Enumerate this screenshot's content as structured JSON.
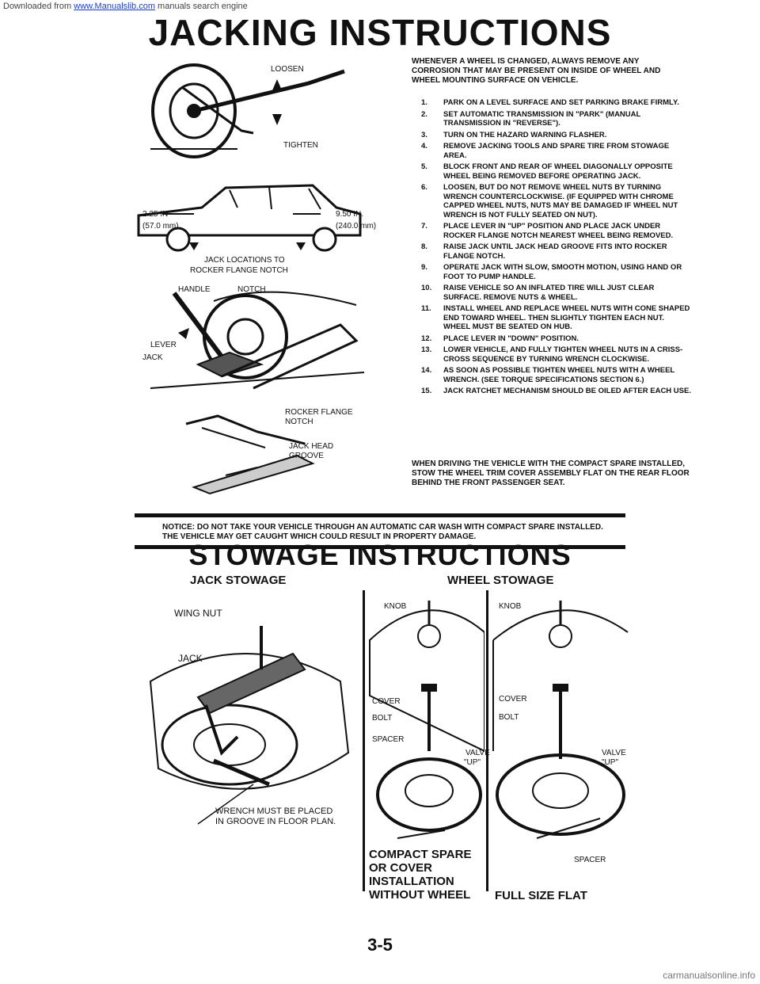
{
  "banner": {
    "prefix": "Downloaded from",
    "link": "www.Manualslib.com",
    "suffix": "manuals search engine"
  },
  "title": "JACKING INSTRUCTIONS",
  "figure_labels": {
    "loosen": "LOOSEN",
    "tighten": "TIGHTEN",
    "front_in": "2.25 IN",
    "front_mm": "(57.0 mm)",
    "rear_in": "9.50 IN.",
    "rear_mm": "(240.0 mm)",
    "jack_locations": "JACK LOCATIONS TO",
    "rocker_notch": "ROCKER FLANGE NOTCH",
    "handle": "HANDLE",
    "notch": "NOTCH",
    "lever": "LEVER",
    "jack": "JACK",
    "rocker_flange": "ROCKER FLANGE",
    "rocker_flange_notch": "NOTCH",
    "jack_head": "JACK HEAD",
    "groove": "GROOVE"
  },
  "intro": "WHENEVER A WHEEL IS CHANGED, ALWAYS REMOVE ANY CORROSION THAT MAY BE PRESENT ON INSIDE OF WHEEL AND WHEEL MOUNTING SURFACE ON VEHICLE.",
  "steps": [
    {
      "n": "1.",
      "text": "PARK ON A LEVEL SURFACE AND SET PARKING BRAKE FIRMLY."
    },
    {
      "n": "2.",
      "text": "SET AUTOMATIC TRANSMISSION IN \"PARK\" (MANUAL TRANSMISSION IN \"REVERSE\")."
    },
    {
      "n": "3.",
      "text": "TURN ON THE HAZARD WARNING FLASHER."
    },
    {
      "n": "4.",
      "text": "REMOVE JACKING TOOLS AND SPARE TIRE FROM STOWAGE AREA."
    },
    {
      "n": "5.",
      "text": "BLOCK FRONT AND REAR OF WHEEL DIAGONALLY OPPOSITE WHEEL BEING REMOVED BEFORE OPERATING JACK."
    },
    {
      "n": "6.",
      "text": "LOOSEN, BUT DO NOT REMOVE WHEEL NUTS BY TURNING WRENCH COUNTERCLOCKWISE. (IF EQUIPPED WITH CHROME CAPPED WHEEL NUTS, NUTS MAY BE DAMAGED IF WHEEL NUT WRENCH IS NOT FULLY SEATED ON NUT)."
    },
    {
      "n": "7.",
      "text": "PLACE LEVER IN \"UP\" POSITION AND PLACE JACK UNDER ROCKER FLANGE NOTCH NEAREST WHEEL BEING REMOVED."
    },
    {
      "n": "8.",
      "text": "RAISE JACK UNTIL JACK HEAD GROOVE FITS INTO ROCKER FLANGE NOTCH."
    },
    {
      "n": "9.",
      "text": "OPERATE JACK WITH SLOW, SMOOTH MOTION, USING HAND OR FOOT TO PUMP HANDLE."
    },
    {
      "n": "10.",
      "text": "RAISE VEHICLE SO AN INFLATED TIRE WILL JUST CLEAR SURFACE. REMOVE NUTS & WHEEL."
    },
    {
      "n": "11.",
      "text": "INSTALL WHEEL AND REPLACE WHEEL NUTS WITH CONE SHAPED END TOWARD WHEEL. THEN SLIGHTLY TIGHTEN EACH NUT. WHEEL MUST BE SEATED ON HUB."
    },
    {
      "n": "12.",
      "text": "PLACE LEVER IN \"DOWN\" POSITION."
    },
    {
      "n": "13.",
      "text": "LOWER VEHICLE, AND FULLY TIGHTEN WHEEL NUTS IN A CRISS-CROSS SEQUENCE BY TURNING WRENCH CLOCKWISE."
    },
    {
      "n": "14.",
      "text": "AS SOON AS POSSIBLE TIGHTEN WHEEL NUTS WITH A WHEEL WRENCH. (SEE TORQUE SPECIFICATIONS SECTION 6.)"
    },
    {
      "n": "15.",
      "text": "JACK RATCHET MECHANISM SHOULD BE OILED AFTER EACH USE."
    }
  ],
  "closing": "WHEN DRIVING THE VEHICLE WITH THE COMPACT SPARE INSTALLED, STOW THE WHEEL TRIM COVER ASSEMBLY FLAT ON THE REAR FLOOR BEHIND THE FRONT PASSENGER SEAT.",
  "notice": "NOTICE: DO NOT TAKE YOUR VEHICLE THROUGH AN AUTOMATIC CAR WASH WITH COMPACT SPARE INSTALLED. THE VEHICLE MAY GET CAUGHT WHICH COULD RESULT IN PROPERTY DAMAGE.",
  "stowage_title": "STOWAGE INSTRUCTIONS",
  "jack_stowage": {
    "heading": "JACK STOWAGE",
    "wing_nut": "WING NUT",
    "jack": "JACK",
    "wrench_1": "WRENCH MUST BE PLACED",
    "wrench_2": "IN GROOVE IN FLOOR PLAN."
  },
  "wheel_stowage": {
    "heading": "WHEEL STOWAGE",
    "knob": "KNOB",
    "cover": "COVER",
    "bolt": "BOLT",
    "spacer": "SPACER",
    "valve": "VALVE",
    "up": "\"UP\"",
    "compact_caption": [
      "COMPACT SPARE",
      "OR COVER",
      "INSTALLATION",
      "WITHOUT WHEEL"
    ],
    "full_caption": "FULL SIZE FLAT"
  },
  "page_number": "3-5",
  "footer": "carmanualsonline.info"
}
